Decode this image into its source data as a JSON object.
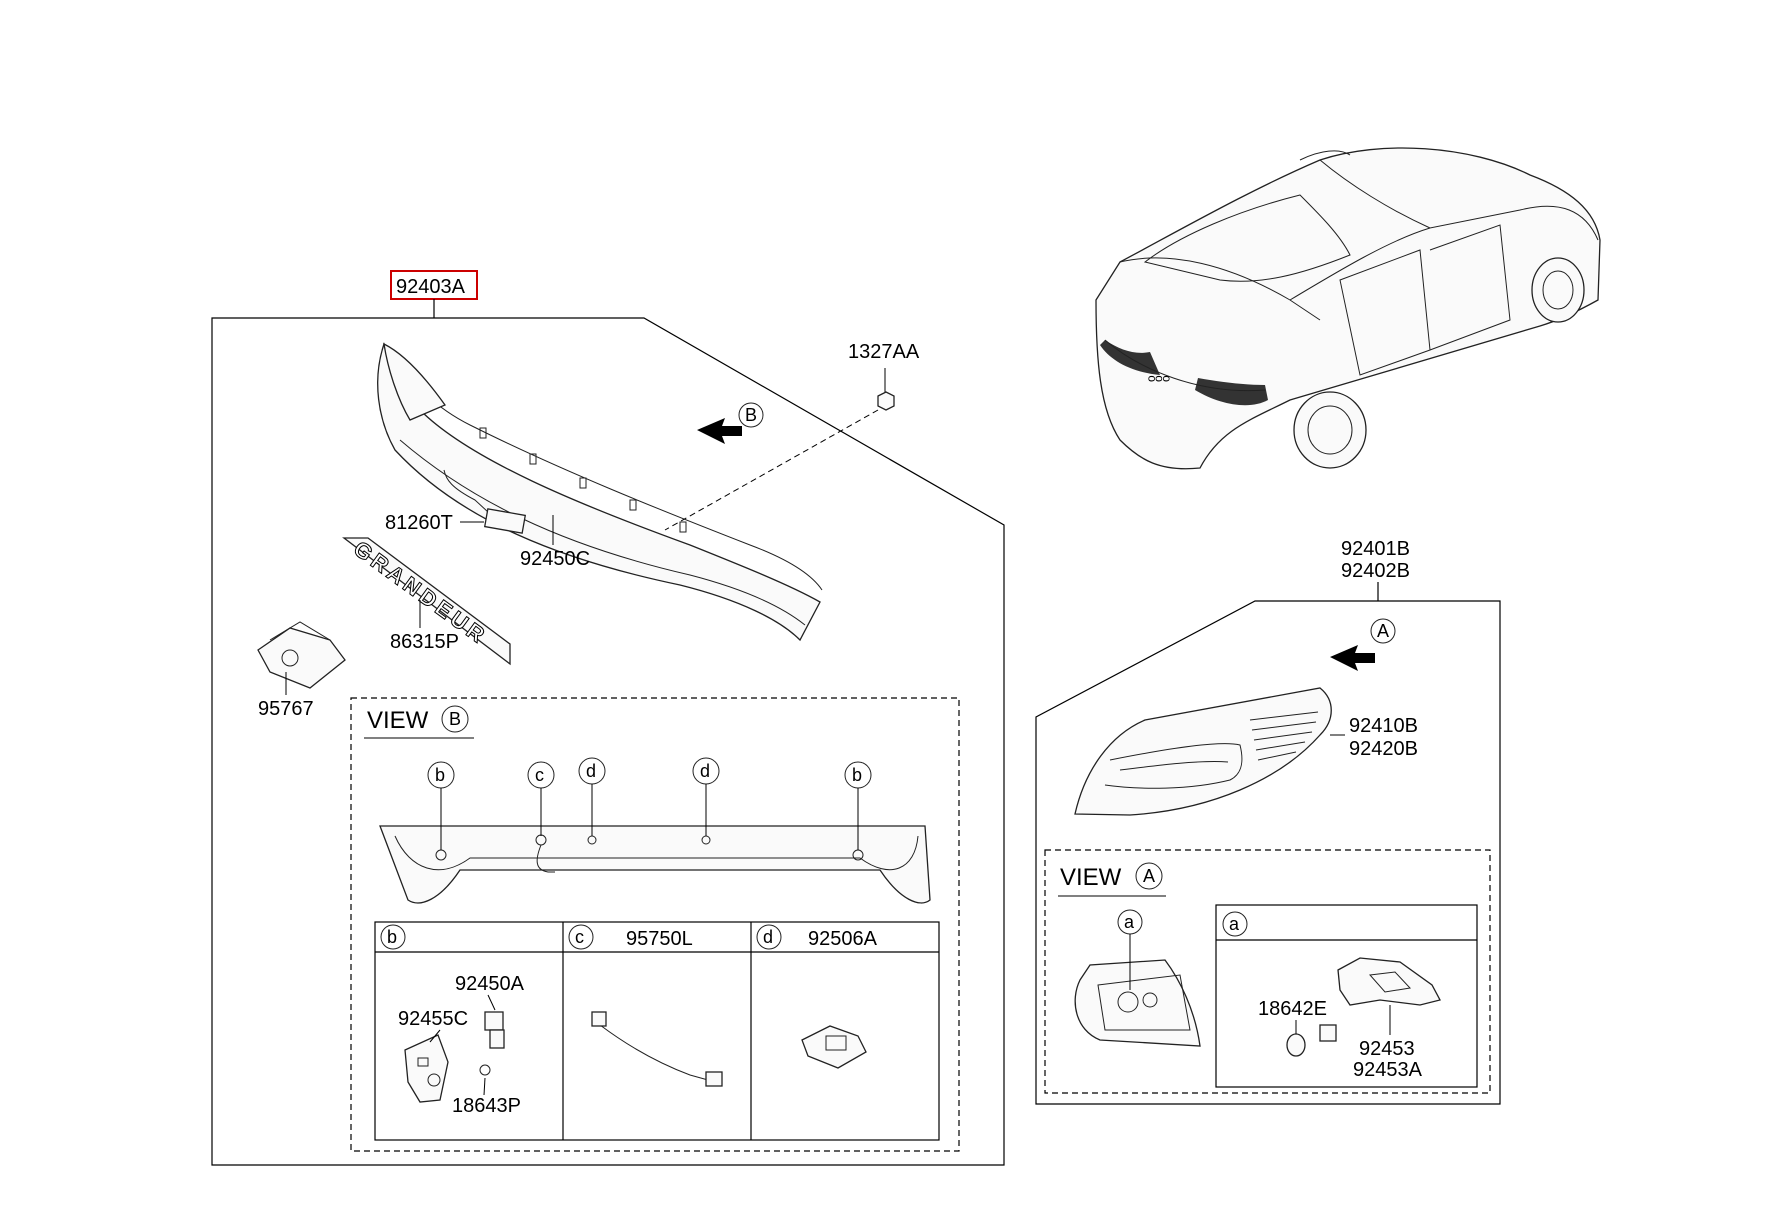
{
  "parts": {
    "rear_garnish": "92403A",
    "nut": "1327AA",
    "garnish_body": "92450C",
    "wiring": "81260T",
    "emblem": "86315P",
    "camera": "95767",
    "rear_lamp_assy_l": "92401B",
    "rear_lamp_assy_r": "92402B",
    "lamp_lens_l": "92410B",
    "lamp_lens_r": "92420B",
    "lamp_holder": "92450A",
    "lamp_gasket": "92455C",
    "bulb_p": "18643P",
    "camera_ext": "95750L",
    "license_lamp": "92506A",
    "bulb_e": "18642E",
    "socket": "92453",
    "socket_a": "92453A"
  },
  "emblem_text": "GRANDEUR",
  "views": {
    "view_b_label": "VIEW",
    "view_a_label": "VIEW"
  },
  "callouts": {
    "A": "A",
    "B": "B",
    "a": "a",
    "b": "b",
    "c": "c",
    "d": "d"
  },
  "colors": {
    "highlight_box": "#cc0000",
    "line": "#000000"
  }
}
